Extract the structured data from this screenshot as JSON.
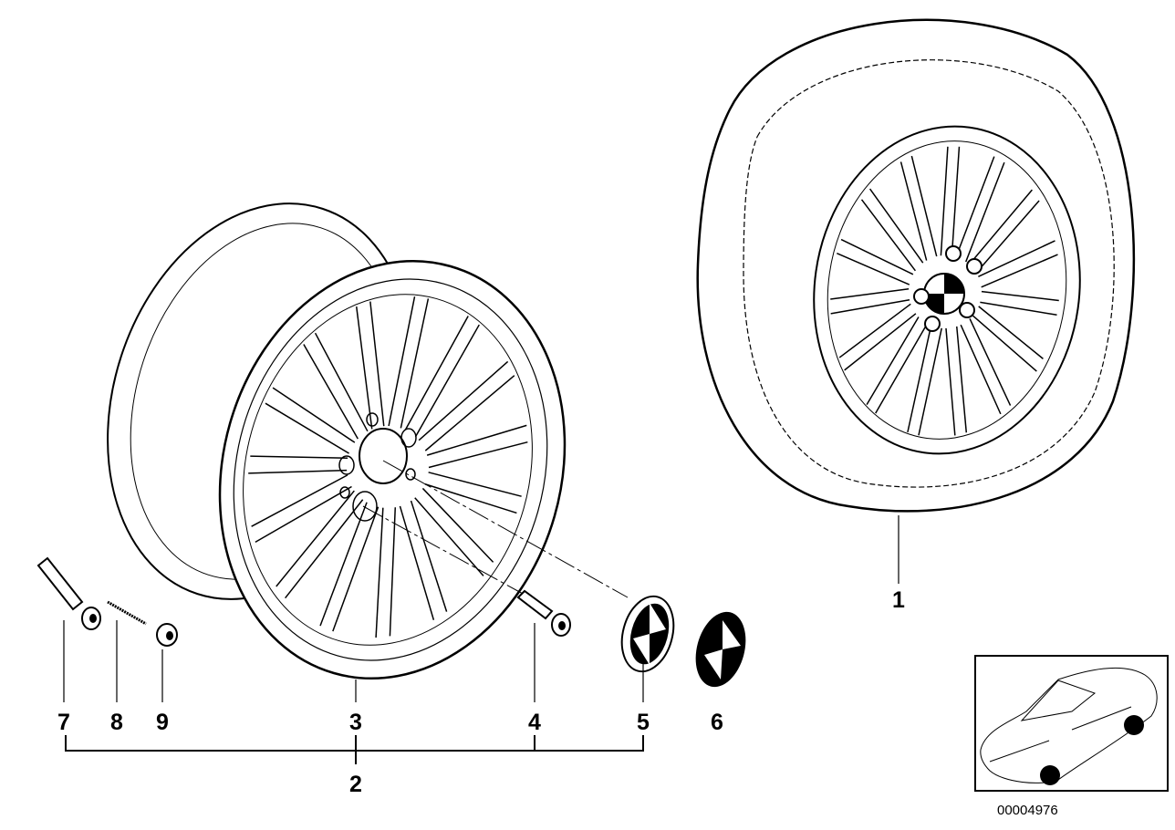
{
  "diagram": {
    "title": "Light alloy wheel, radial spoke style parts diagram",
    "callouts": [
      {
        "number": "1",
        "part": "complete-wheel-with-tire"
      },
      {
        "number": "2",
        "part": "wheel-set-assembly"
      },
      {
        "number": "3",
        "part": "light-alloy-rim"
      },
      {
        "number": "4",
        "part": "wheel-bolt"
      },
      {
        "number": "5",
        "part": "hub-cap"
      },
      {
        "number": "6",
        "part": "emblem"
      },
      {
        "number": "7",
        "part": "valve"
      },
      {
        "number": "8",
        "part": "valve-insert"
      },
      {
        "number": "9",
        "part": "valve-cap"
      }
    ],
    "inset_code": "00004976",
    "colors": {
      "ink": "#000000",
      "background": "#ffffff"
    }
  }
}
